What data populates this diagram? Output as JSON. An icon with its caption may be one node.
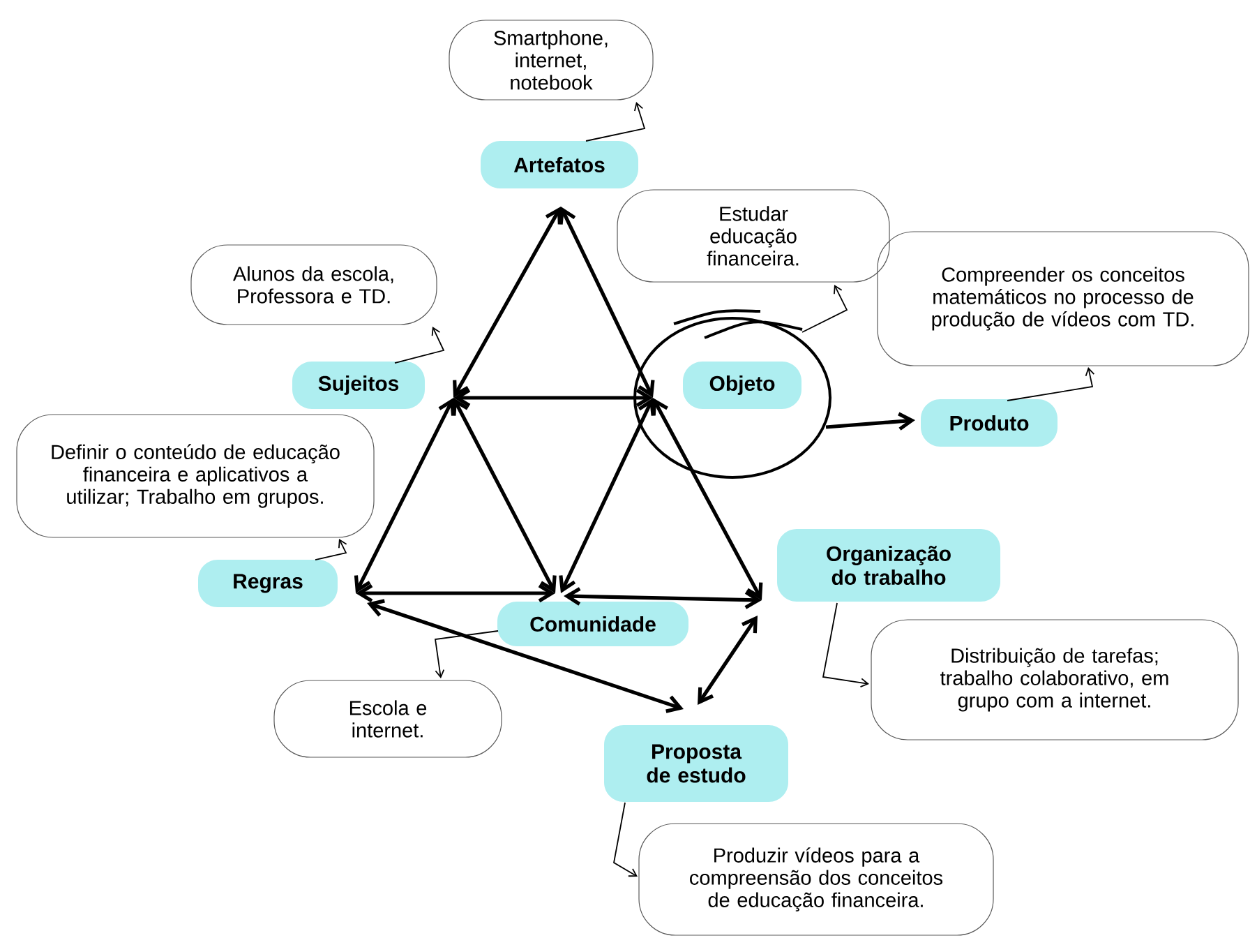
{
  "diagram": {
    "nodes": [
      {
        "text": [
          "Smartphone, internet, notebook"
        ]
      },
      {
        "text": [
          "Artefatos"
        ]
      },
      {
        "text": [
          "Estudar educação financeira."
        ]
      },
      {
        "text": [
          "Alunos da escola, Professora e TD."
        ]
      },
      {
        "text": [
          "Compreender os conceitos matemáticos no processo de produção de vídeos com TD."
        ]
      },
      {
        "text": [
          "Sujeitos"
        ]
      },
      {
        "text": [
          "Objeto"
        ]
      },
      {
        "text": [
          "Produto"
        ]
      },
      {
        "text": [
          "Definir o conteúdo de educação financeira e aplicativos a utilizar; Trabalho em grupos."
        ]
      },
      {
        "text": [
          "Regras"
        ]
      },
      {
        "text": [
          "Organização do trabalho"
        ]
      },
      {
        "text": [
          "Comunidade"
        ]
      },
      {
        "text": [
          "Distribuição de tarefas; trabalho colaborativo, em grupo com a internet."
        ]
      },
      {
        "text": [
          "Escola e internet."
        ]
      },
      {
        "text": [
          "Proposta de estudo"
        ]
      },
      {
        "text": [
          "Produzir vídeos para a compreensão dos conceitos de educação financeira."
        ]
      }
    ],
    "edges": [
      {
        "from": 1,
        "to": 5,
        "arrow": "both"
      },
      {
        "from": 1,
        "to": 6,
        "arrow": "both"
      },
      {
        "from": 5,
        "to": 6,
        "arrow": "both"
      },
      {
        "from": 5,
        "to": 9,
        "arrow": "both"
      },
      {
        "from": 5,
        "to": 11,
        "arrow": "both"
      },
      {
        "from": 6,
        "to": 11,
        "arrow": "both"
      },
      {
        "from": 6,
        "to": 10,
        "arrow": "both"
      },
      {
        "from": 9,
        "to": 11,
        "arrow": "both"
      },
      {
        "from": 11,
        "to": 10,
        "arrow": "both"
      },
      {
        "from": 9,
        "to": 14,
        "arrow": "both"
      },
      {
        "from": 10,
        "to": 14,
        "arrow": "both"
      },
      {
        "from": 6,
        "to": 7,
        "arrow": "to"
      },
      {
        "from": 1,
        "to": 0,
        "arrow": "to"
      },
      {
        "from": 5,
        "to": 3,
        "arrow": "to"
      },
      {
        "from": 6,
        "to": 2,
        "arrow": "to"
      },
      {
        "from": 7,
        "to": 4,
        "arrow": "to"
      },
      {
        "from": 9,
        "to": 8,
        "arrow": "to"
      },
      {
        "from": 11,
        "to": 13,
        "arrow": "to"
      },
      {
        "from": 10,
        "to": 12,
        "arrow": "to"
      },
      {
        "from": 14,
        "to": 15,
        "arrow": "to"
      }
    ]
  }
}
